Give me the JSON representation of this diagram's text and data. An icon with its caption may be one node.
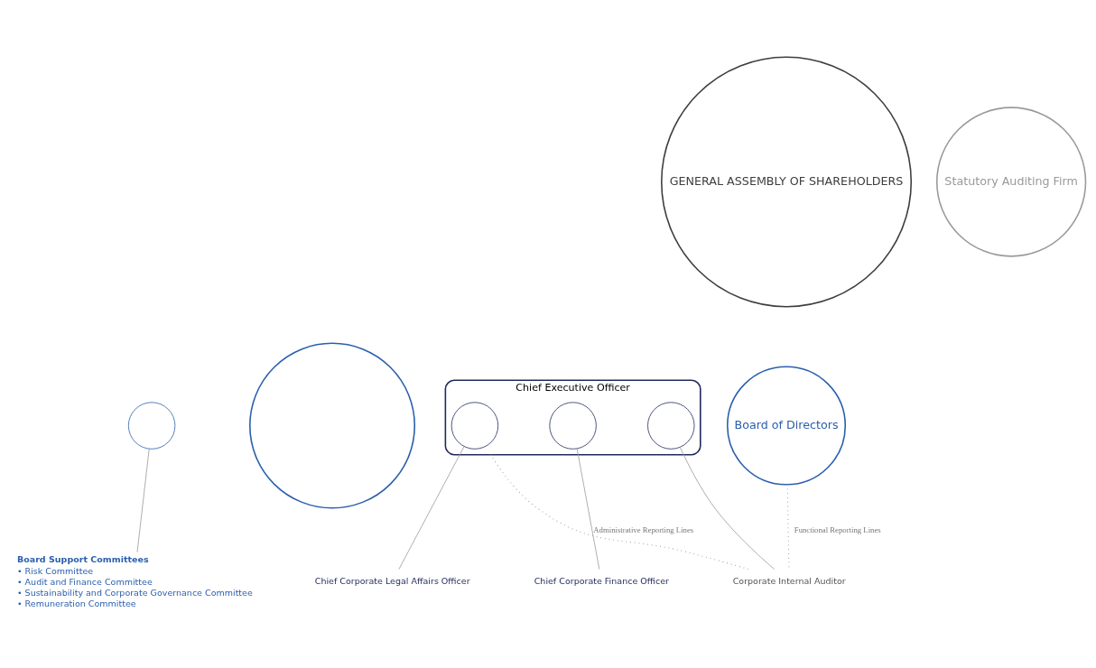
{
  "diagram": {
    "nodes": [
      {
        "text": [
          "GENERAL ASSEMBLY OF SHAREHOLDERS"
        ]
      },
      {
        "text": [
          "Statutory Auditing Firm"
        ]
      },
      {
        "text": [],
        "shape": "circle"
      },
      {
        "text": [
          "Board of Directors"
        ]
      },
      {
        "text": [],
        "shape": "circle"
      },
      {
        "text": [
          "Board Support Committees",
          "• Risk Committee",
          "• Audit and Finance Committee",
          "• Sustainability and Corporate Governance Committee",
          "• Remuneration Committee"
        ]
      },
      {
        "text": [
          "Chief Executive Officer"
        ]
      },
      {
        "text": [],
        "shape": "circle",
        "in": 6
      },
      {
        "text": [],
        "shape": "circle",
        "in": 6
      },
      {
        "text": [],
        "shape": "circle",
        "in": 6
      },
      {
        "text": [
          "Chief Corporate Legal Affairs Officer"
        ]
      },
      {
        "text": [
          "Chief Corporate Finance Officer"
        ]
      },
      {
        "text": [
          "Corporate Internal Auditor"
        ]
      }
    ],
    "edges": [
      {
        "from": 4,
        "to": 5,
        "arrow": "none"
      },
      {
        "from": 7,
        "to": 10,
        "arrow": "none"
      },
      {
        "from": 8,
        "to": 11,
        "arrow": "none"
      },
      {
        "from": 9,
        "to": 12,
        "arrow": "none"
      },
      {
        "from": 3,
        "to": 12,
        "arrow": "none",
        "style": "dashed",
        "label": "Functional Reporting Lines"
      },
      {
        "from": 6,
        "to": 12,
        "arrow": "none",
        "style": "dashed",
        "label": "Administrative Reporting Lines"
      }
    ]
  }
}
